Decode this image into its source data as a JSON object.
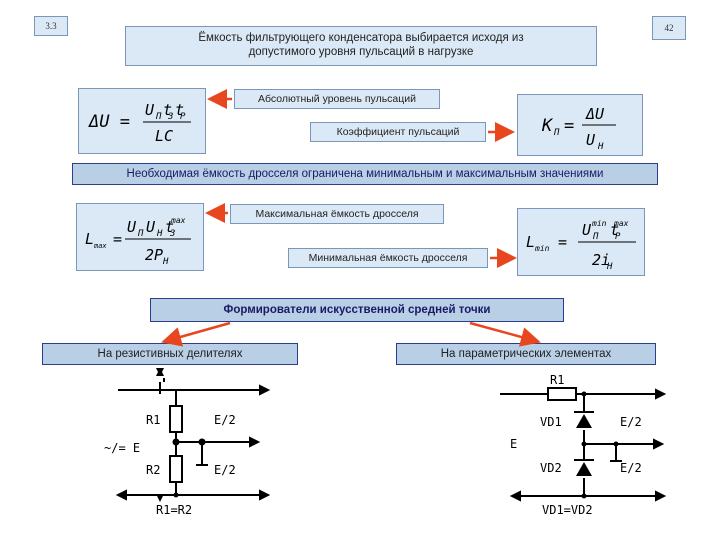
{
  "slide": {
    "section_number": "3.3",
    "page_number": "42",
    "title_line1": "Ёмкость фильтрующего конденсатора выбирается исходя из",
    "title_line2": "допустимого уровня пульсаций в нагрузке"
  },
  "labels": {
    "absolute_ripple": "Абсолютный уровень пульсаций",
    "ripple_coefficient": "Коэффициент пульсаций",
    "choke_capacity_note": "Необходимая ёмкость дросселя ограничена минимальным и максимальным значениями",
    "max_choke": "Максимальная ёмкость дросселя",
    "min_choke": "Минимальная ёмкость дросселя",
    "midpoint_header": "Формирователи искусственной средней точки",
    "resistive": "На резистивных делителях",
    "parametric": "На параметрических элементах"
  },
  "formulas": {
    "delta_u": {
      "lhs": "ΔU =",
      "num": "U_П t_З t_Р",
      "den": "LC"
    },
    "k_p": {
      "lhs": "K_П =",
      "num": "ΔU",
      "den": "U_Н"
    },
    "l_max": {
      "lhs": "L_max =",
      "num": "U_П U_Н t_З^max",
      "den": "2P_Н"
    },
    "l_min": {
      "lhs": "L_min =",
      "num": "U_П^min t_Р^max",
      "den": "2i_Н"
    }
  },
  "circuit_left": {
    "r1": "R1",
    "r2": "R2",
    "out_top": "E/2",
    "out_bottom": "E/2",
    "source": "~/= E",
    "caption": "R1=R2"
  },
  "circuit_right": {
    "r1": "R1",
    "vd1": "VD1",
    "vd2": "VD2",
    "out_top": "E/2",
    "out_bottom": "E/2",
    "source": "E",
    "caption": "VD1=VD2"
  },
  "colors": {
    "box_fill": "#dbe9f6",
    "band_fill": "#b8cfe6",
    "arrow": "#e8461e",
    "circuit": "#000000"
  }
}
